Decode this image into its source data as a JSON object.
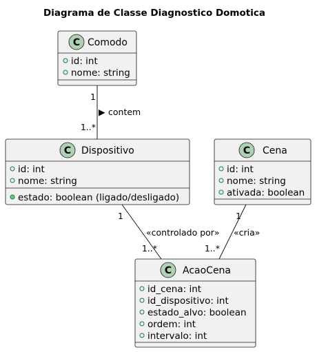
{
  "diagram": {
    "title": "Diagrama de Classe Diagnostico Domotica",
    "class_marker": "C",
    "classes": {
      "comodo": {
        "name": "Comodo",
        "attributes": [
          "id: int",
          "nome: string"
        ]
      },
      "dispositivo": {
        "name": "Dispositivo",
        "attributes": [
          "id: int",
          "nome: string"
        ],
        "methods": [
          "estado: boolean (ligado/desligado)"
        ]
      },
      "cena": {
        "name": "Cena",
        "attributes": [
          "id: int",
          "nome: string",
          "ativada: boolean"
        ]
      },
      "acaocena": {
        "name": "AcaoCena",
        "attributes": [
          "id_cena: int",
          "id_dispositivo: int",
          "estado_alvo: boolean",
          "ordem: int",
          "intervalo: int"
        ]
      }
    },
    "relations": {
      "comodo_dispositivo": {
        "label": "contem",
        "direction_arrow": "▶",
        "from_mult": "1",
        "to_mult": "1..*"
      },
      "dispositivo_acaocena": {
        "label": "«controlado por»",
        "from_mult": "1",
        "to_mult": "1..*"
      },
      "cena_acaocena": {
        "label": "«cria»",
        "from_mult": "1",
        "to_mult": "1..*"
      }
    }
  }
}
